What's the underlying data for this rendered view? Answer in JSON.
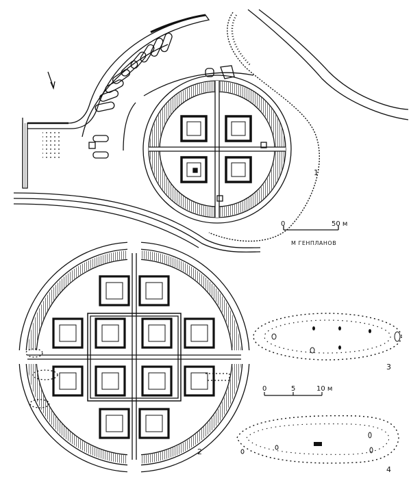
{
  "figure": {
    "panel_labels": [
      "1",
      "2",
      "3",
      "4"
    ],
    "scale_bar_1": {
      "start": "0",
      "end": "50 м",
      "caption": "М ГЕНПЛАНОВ"
    },
    "scale_bar_2": {
      "start": "0",
      "mid": "5",
      "end": "10 м"
    }
  },
  "colors": {
    "ink": "#111111",
    "paper": "#ffffff"
  }
}
